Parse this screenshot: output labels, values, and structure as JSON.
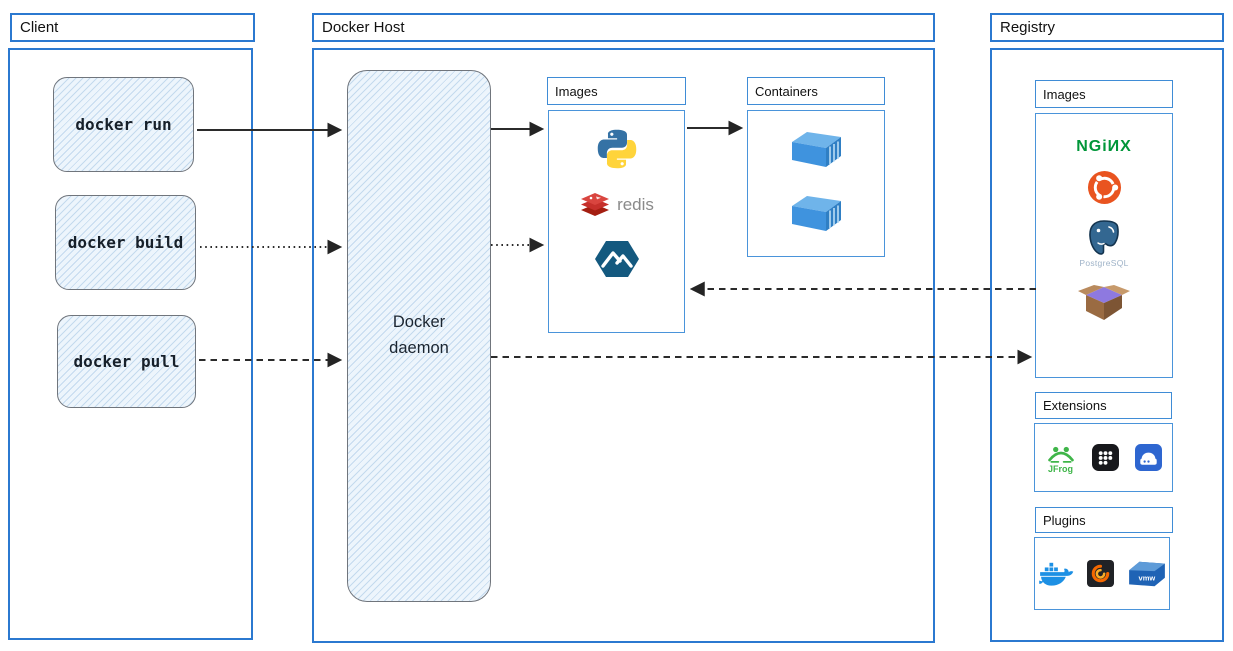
{
  "client": {
    "title": "Client",
    "commands": [
      "docker run",
      "docker build",
      "docker pull"
    ]
  },
  "host": {
    "title": "Docker Host",
    "daemon_label": "Docker daemon",
    "images_label": "Images",
    "containers_label": "Containers",
    "redis_label": "redis"
  },
  "registry": {
    "title": "Registry",
    "images_label": "Images",
    "extensions_label": "Extensions",
    "plugins_label": "Plugins",
    "nginx_label": "NGiИX",
    "postgresql_label": "PostgreSQL",
    "jfrog_label": "JFrog",
    "vmware_label": "vmw"
  },
  "icons": {
    "host_images": [
      "python-icon",
      "redis-icon",
      "alpine-icon"
    ],
    "host_containers": [
      "container-icon",
      "container-icon"
    ],
    "registry_images": [
      "nginx-wordmark",
      "ubuntu-icon",
      "postgresql-icon",
      "busybox-box-icon"
    ],
    "registry_extensions": [
      "jfrog-icon",
      "app-grid-icon",
      "drive-icon"
    ],
    "registry_plugins": [
      "docker-whale-icon",
      "grafana-icon",
      "vmware-icon"
    ]
  },
  "arrows": [
    {
      "from": "docker run",
      "to": "Docker daemon",
      "style": "solid"
    },
    {
      "from": "docker build",
      "to": "Docker daemon",
      "style": "dotted"
    },
    {
      "from": "docker pull",
      "to": "Docker daemon",
      "style": "dashed"
    },
    {
      "from": "Docker daemon",
      "to": "Images (host)",
      "style": "solid"
    },
    {
      "from": "Docker daemon",
      "to": "Images (host)",
      "style": "dotted"
    },
    {
      "from": "Images (host)",
      "to": "Containers",
      "style": "solid"
    },
    {
      "from": "Registry Images",
      "to": "Images (host)",
      "style": "dashed"
    },
    {
      "from": "Docker daemon",
      "to": "Registry Images",
      "style": "dashed"
    }
  ],
  "colors": {
    "frame_blue": "#2b79d0",
    "inner_blue": "#4a94da",
    "sketch_fill": "#edf5fc",
    "arrow": "#2b2b2b",
    "nginx_green": "#009639",
    "ubuntu_orange": "#E95420",
    "redis_red": "#C6302B",
    "alpine_teal": "#14597F",
    "container_blue": "#3F93DE",
    "postgres_blue": "#336791"
  }
}
